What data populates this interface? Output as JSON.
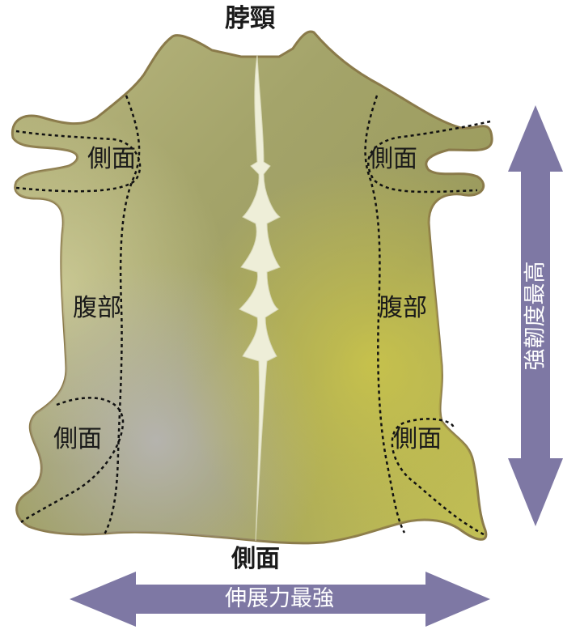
{
  "colors": {
    "hide_base": "#a9a96a",
    "hide_outline": "#8a7a4a",
    "spine": "#eeeed8",
    "arrow": "#7e78a4",
    "arrow_text": "#ffffff",
    "label_text": "#1a1a1a"
  },
  "labels": {
    "neck": "脖頸",
    "side_upper_left": "側面",
    "side_upper_right": "側面",
    "belly_left": "腹部",
    "belly_right": "腹部",
    "side_lower_left": "側面",
    "side_lower_right": "側面",
    "tail_side": "側面"
  },
  "arrows": {
    "horizontal_label": "伸展力最強",
    "vertical_label": "強韌度最高"
  }
}
